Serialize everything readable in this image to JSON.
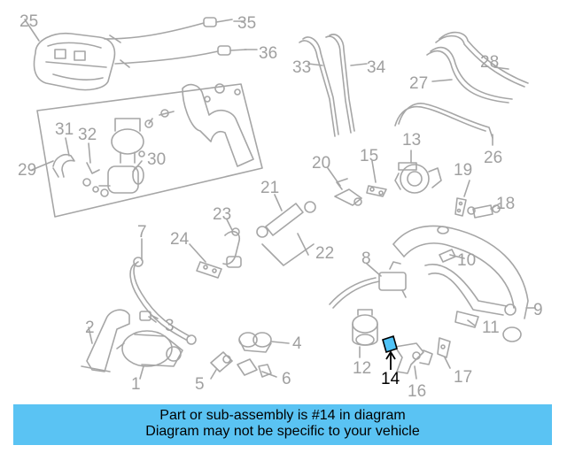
{
  "diagram": {
    "callouts": [
      "1",
      "2",
      "3",
      "4",
      "5",
      "6",
      "7",
      "8",
      "9",
      "10",
      "11",
      "12",
      "13",
      "14",
      "15",
      "16",
      "17",
      "18",
      "19",
      "20",
      "21",
      "22",
      "23",
      "24",
      "25",
      "26",
      "27",
      "28",
      "29",
      "30",
      "31",
      "32",
      "33",
      "34",
      "35",
      "36"
    ],
    "highlighted": "14",
    "colors": {
      "part_line": "#a6a6a6",
      "label": "#a0a0a0",
      "highlight_fill": "#4fc3f7",
      "highlight_line": "#000000",
      "banner": "#5ac3f3"
    }
  },
  "banner": {
    "line1": "Part or sub-assembly is #14 in diagram",
    "line2": "Diagram may not be specific to your vehicle"
  }
}
